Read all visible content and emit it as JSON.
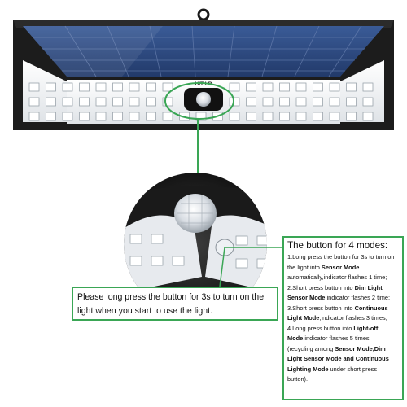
{
  "product": {
    "brand_text": "HIT LB"
  },
  "left_callout": {
    "text": "Please long press the button for 3s to turn on the light when you start to use the light."
  },
  "right_callout": {
    "title": "The button for 4 modes:",
    "lines": [
      [
        {
          "t": "1.Long press the button for 3s to turn on the light into "
        },
        {
          "t": "Sensor Mode",
          "b": true
        },
        {
          "t": " automatically,indicator flashes 1 time;"
        }
      ],
      [
        {
          "t": "2.Short press button into "
        },
        {
          "t": "Dim Light Sensor Mode",
          "b": true
        },
        {
          "t": ",indicator flashes 2 time;"
        }
      ],
      [
        {
          "t": "3.Short press button into "
        },
        {
          "t": "Continuous Light Mode",
          "b": true
        },
        {
          "t": ",indicator flashes 3 times;"
        }
      ],
      [
        {
          "t": "4.Long press button into "
        },
        {
          "t": "Light-off Mode",
          "b": true
        },
        {
          "t": ",indicator flashes 5 times"
        }
      ],
      [
        {
          "t": "(recycling among "
        },
        {
          "t": "Sensor Mode,Dim Light Sensor Mode and Continuous Lighting Mode",
          "b": true
        },
        {
          "t": " under short press button)."
        }
      ]
    ]
  },
  "colors": {
    "callout_border": "#3aa655",
    "housing": "#1c1c1c",
    "solar_panel": "#2f4f88",
    "led_panel": "#e9ecef"
  }
}
